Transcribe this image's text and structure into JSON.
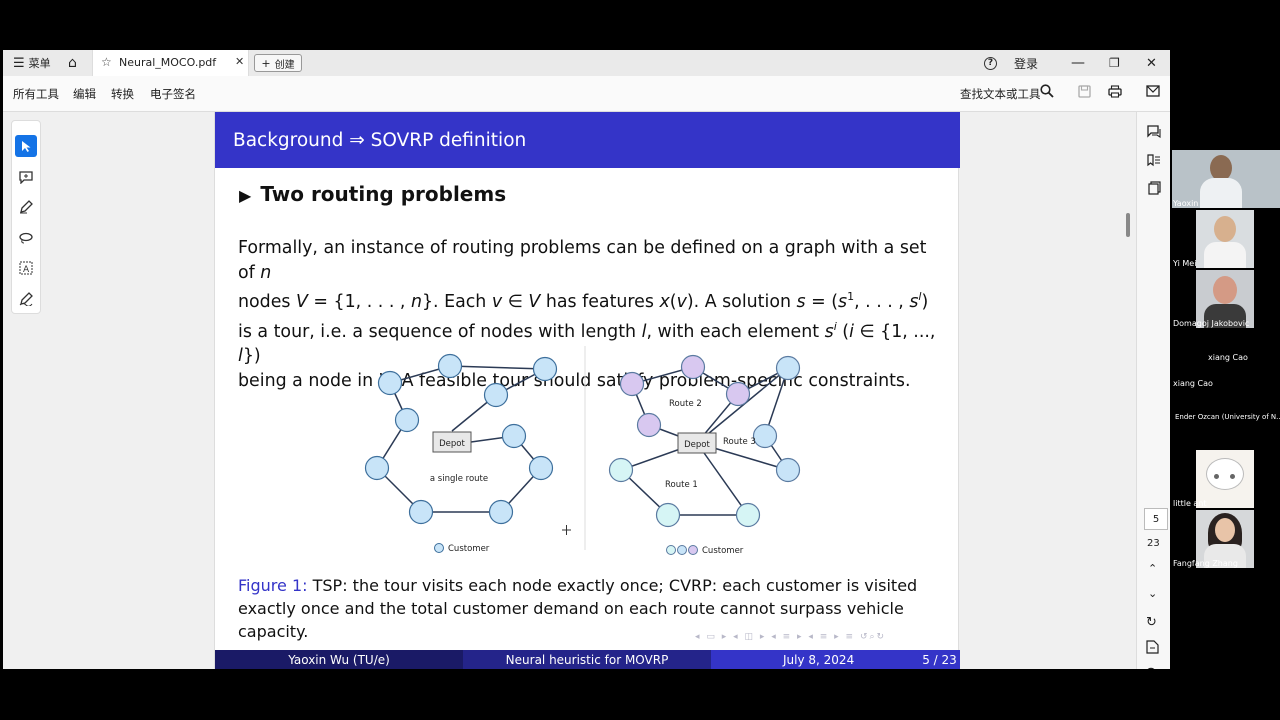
{
  "titlebar": {
    "menu_label": "菜单",
    "tab_title": "Neural_MOCO.pdf",
    "create_label": "创建",
    "login_label": "登录"
  },
  "menubar": {
    "items": [
      "所有工具",
      "编辑",
      "转换",
      "电子签名"
    ],
    "search_label": "查找文本或工具"
  },
  "slide": {
    "header": "Background ⇒ SOVRP definition",
    "section_title": "Two routing problems",
    "footer": {
      "author": "Yaoxin Wu  (TU/e)",
      "title": "Neural heuristic for MOVRP",
      "date": "July 8, 2024",
      "page": "5 / 23"
    },
    "caption_label": "Figure 1:",
    "caption_text": "TSP: the tour visits each node exactly once; CVRP: each customer is visited exactly once and the total customer demand on each route cannot surpass vehicle capacity.",
    "figure": {
      "depot_label": "Depot",
      "tsp_route_label": "a single route",
      "tsp_legend": "Customer",
      "cvrp_legend": "Customer",
      "route1": "Route 1",
      "route2": "Route 2",
      "route3": "Route 3"
    }
  },
  "page_nav": {
    "current": "5",
    "total": "23"
  },
  "participants": [
    "Yaoxin",
    "Yi Mei",
    "Domagoj Jakobovic",
    "xiang Cao",
    "xiang Cao",
    "Ender Ozcan (University of N...",
    "little ant",
    "Fangfang Zhang"
  ],
  "colors": {
    "header_blue": "#3434c8",
    "footer_dark": "#1a1a66",
    "footer_mid": "#24248a",
    "tsp_node": "#c8e4f8",
    "cvrp_cyan": "#d6f5f5",
    "cvrp_purple": "#d8c8f0"
  }
}
